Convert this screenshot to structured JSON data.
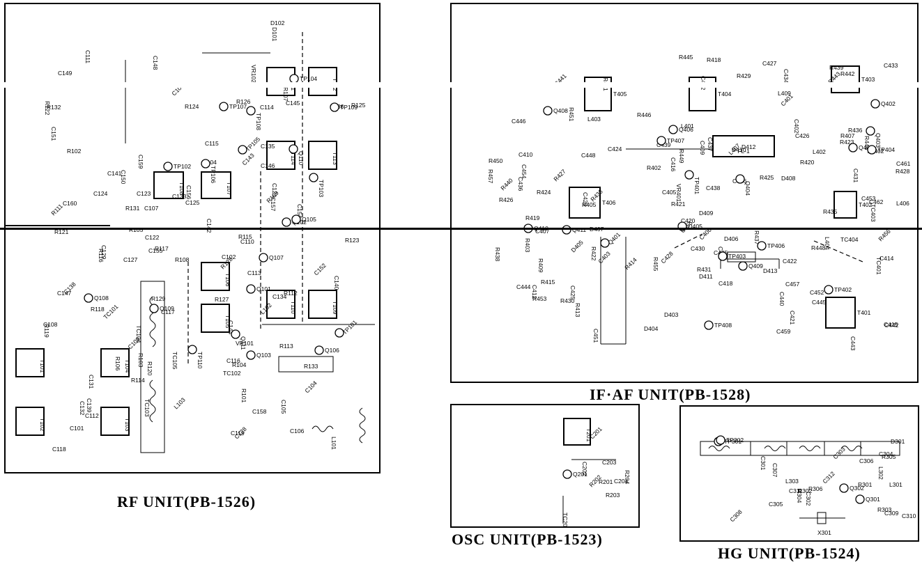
{
  "units": {
    "rf": {
      "title": "RF UNIT(PB-1526)",
      "transformers": [
        "T108",
        "T107",
        "T114",
        "T113",
        "T106",
        "T110",
        "T105",
        "T109",
        "T111",
        "T112",
        "T104",
        "T103",
        "T102",
        "T101"
      ],
      "coils": [
        "L101",
        "L102",
        "L103",
        "L104"
      ],
      "transistors": [
        "Q101",
        "Q102",
        "Q103",
        "Q105",
        "Q106",
        "Q107",
        "Q108",
        "Q109",
        "Q110",
        "Q111"
      ],
      "trimmers": [
        "TC101",
        "TC102",
        "TC103",
        "TC104",
        "TC105"
      ],
      "resistors": [
        "R101",
        "R102",
        "R103",
        "R104",
        "R105",
        "R106",
        "R107",
        "R108",
        "R109",
        "R111",
        "R112",
        "R113",
        "R114",
        "R115",
        "R116",
        "R117",
        "R118",
        "R119",
        "R120",
        "R121",
        "R122",
        "R123",
        "R124",
        "R125",
        "R126",
        "R127",
        "R128",
        "R129",
        "R131",
        "R132",
        "R133"
      ],
      "capacitors": [
        "C101",
        "C102",
        "C103",
        "C104",
        "C105",
        "C106",
        "C107",
        "C108",
        "C109",
        "C110",
        "C111",
        "C112",
        "C113",
        "C114",
        "C115",
        "C116",
        "C117",
        "C118",
        "C119",
        "C121",
        "C122",
        "C123",
        "C124",
        "C125",
        "C127",
        "C128",
        "C129",
        "C130",
        "C131",
        "C132",
        "C133",
        "C134",
        "C135",
        "C136",
        "C138",
        "C139",
        "C140",
        "C141",
        "C142",
        "C143",
        "C144",
        "C145",
        "C146",
        "C147",
        "C148",
        "C149",
        "C150",
        "C151",
        "C152",
        "C154",
        "C155",
        "C156",
        "C157",
        "C158",
        "C159",
        "C160"
      ],
      "test_points": [
        "TP101",
        "TP102",
        "TP103",
        "TP104",
        "TP105",
        "TP106",
        "TP107",
        "TP108",
        "TP109",
        "TP110"
      ],
      "diodes": [
        "D101",
        "D102"
      ],
      "pots": [
        "VR101",
        "VR102"
      ]
    },
    "ifaf": {
      "title": "IF·AF UNIT(PB-1528)",
      "transformers": [
        "T405",
        "T404",
        "T403",
        "T406",
        "T402",
        "T401"
      ],
      "filter": "FL-1",
      "coils": [
        "L401",
        "L402",
        "L403",
        "L404",
        "L406",
        "L407",
        "L409"
      ],
      "transistors": [
        "Q401",
        "Q402",
        "Q403",
        "Q404",
        "Q405",
        "Q406",
        "Q407",
        "Q408",
        "Q409",
        "Q410",
        "Q411"
      ],
      "trimmers": [
        "TC401",
        "TC402",
        "TC403",
        "TC404"
      ],
      "resistors": [
        "R401",
        "R402",
        "R403",
        "R405",
        "R407",
        "R409",
        "R411",
        "R413",
        "R414",
        "R415",
        "R418",
        "R419",
        "R420",
        "R421",
        "R422",
        "R423",
        "R424",
        "R425",
        "R426",
        "R427",
        "R428",
        "R429",
        "R430",
        "R431",
        "R433",
        "R435",
        "R436",
        "R437",
        "R438",
        "R439",
        "R440",
        "R442",
        "R443",
        "R444",
        "R445",
        "R446",
        "R448",
        "R449",
        "R450",
        "R451",
        "R453",
        "R455",
        "R456",
        "R457"
      ],
      "capacitors": [
        "C401",
        "C402",
        "C403",
        "C405",
        "C406",
        "C407",
        "C408",
        "C409",
        "C410",
        "C412",
        "C414",
        "C415",
        "C416",
        "C418",
        "C420",
        "C421",
        "C422",
        "C424",
        "C425",
        "C426",
        "C427",
        "C428",
        "C429",
        "C430",
        "C431",
        "C432",
        "C433",
        "C434",
        "C435",
        "C436",
        "C437",
        "C438",
        "C439",
        "C440",
        "C441",
        "C442",
        "C443",
        "C444",
        "C445",
        "C446",
        "C447",
        "C448",
        "C451",
        "C452",
        "C453",
        "C454",
        "C455",
        "C456",
        "C457",
        "C459",
        "C461",
        "C462"
      ],
      "test_points": [
        "TP401",
        "TP402",
        "TP403",
        "TP404",
        "TP406",
        "TP407",
        "TP408"
      ],
      "diodes": [
        "D403",
        "D404",
        "D405",
        "D406",
        "D407",
        "D408",
        "D409",
        "D410",
        "D411",
        "D412",
        "D413"
      ],
      "pots": [
        "VR401"
      ]
    },
    "osc": {
      "title": "OSC UNIT(PB-1523)",
      "transformers": [
        "T201"
      ],
      "transistors": [
        "Q201"
      ],
      "trimmers": [
        "TC201"
      ],
      "resistors": [
        "R201",
        "R202",
        "R203",
        "R204"
      ],
      "capacitors": [
        "C201",
        "C202",
        "C203",
        "C204"
      ]
    },
    "hg": {
      "title": "HG UNIT(PB-1524)",
      "coils": [
        "L301",
        "L302",
        "L303"
      ],
      "transistors": [
        "Q301",
        "Q302"
      ],
      "crystal": "X301",
      "resistors": [
        "R301",
        "R302",
        "R303",
        "R304",
        "R305",
        "R306"
      ],
      "capacitors": [
        "C301",
        "C302",
        "C303",
        "C304",
        "C305",
        "C306",
        "C307",
        "C308",
        "C309",
        "C310",
        "C311",
        "C312"
      ],
      "test_points": [
        "TP301",
        "TP302"
      ],
      "diodes": [
        "D301"
      ]
    }
  },
  "colors": {
    "ink": "#000000",
    "paper": "#ffffff"
  }
}
